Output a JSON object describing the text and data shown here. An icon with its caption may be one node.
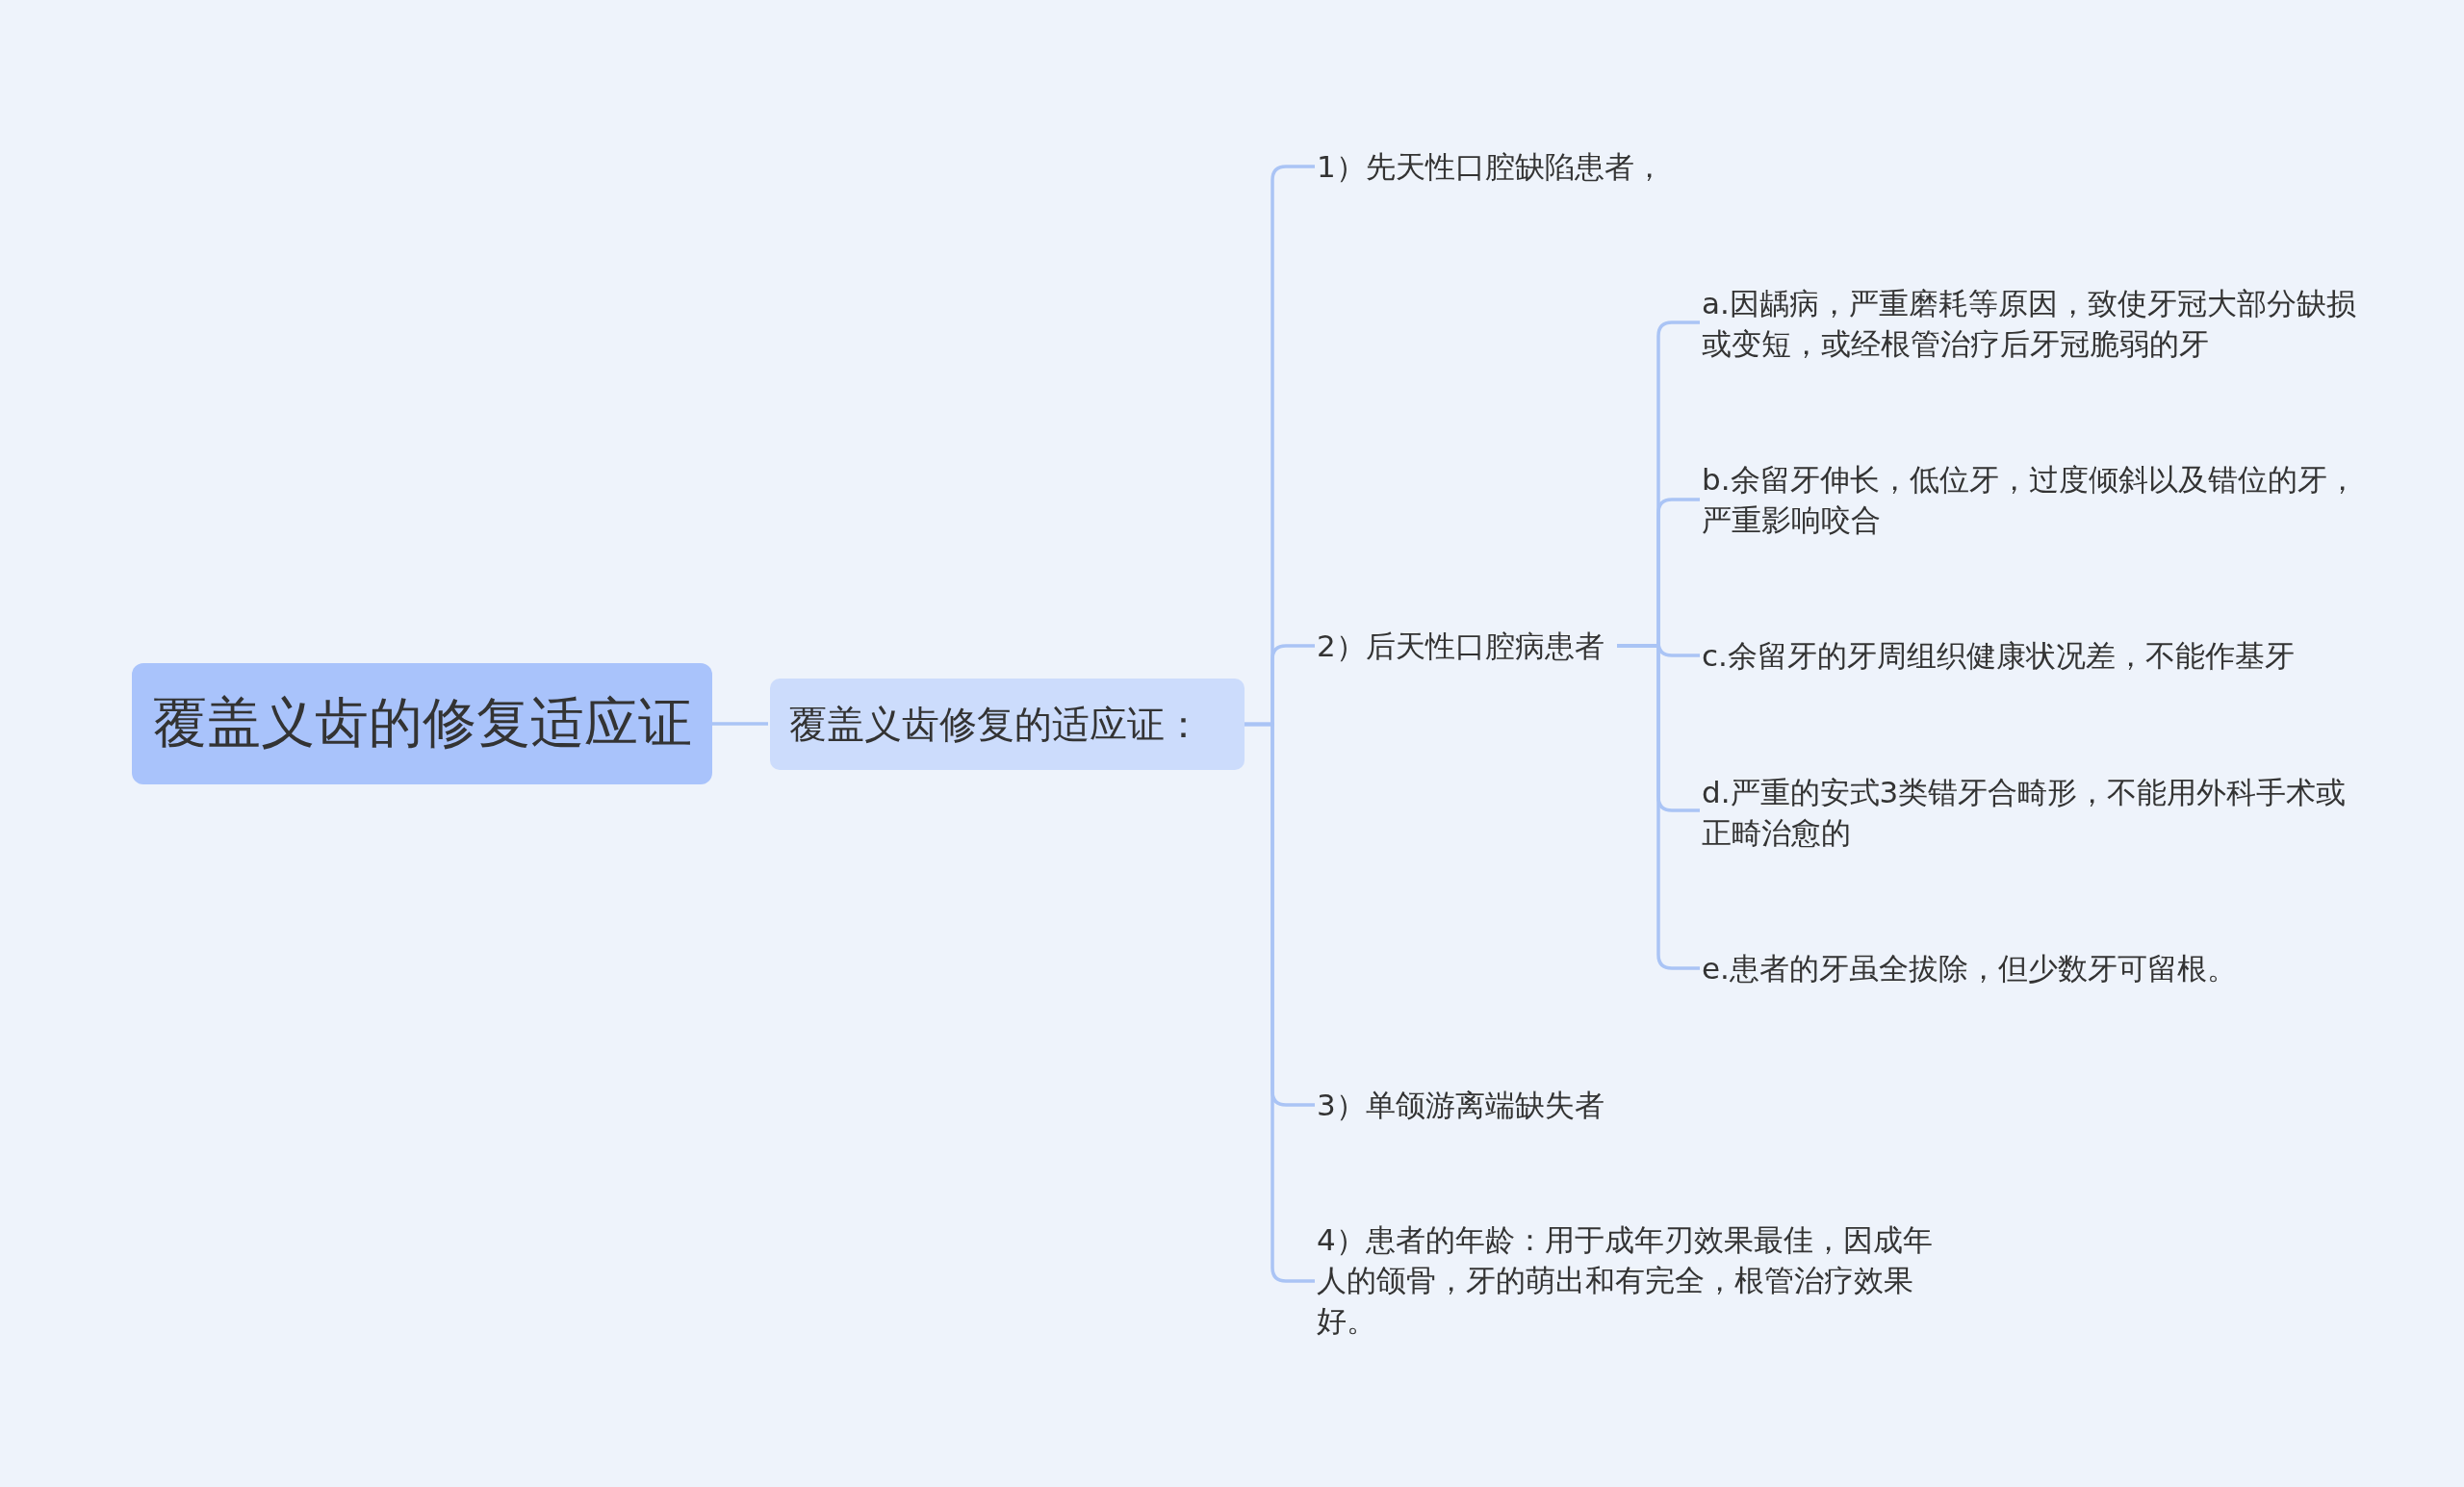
{
  "diagram": {
    "nodes": [
      {
        "text": [
          "覆盖义齿的修复适应证"
        ]
      },
      {
        "text": [
          "覆盖义齿修复的适应证："
        ]
      },
      {
        "text": [
          "1）先天性口腔缺陷患者，"
        ]
      },
      {
        "text": [
          "2）后天性口腔病患者"
        ]
      },
      {
        "text": [
          "a.因龋病，严重磨耗等原因，致使牙冠大部分缺损或变短，或经根管治疗后牙冠脆弱的牙"
        ]
      },
      {
        "text": [
          "b.余留牙伸长，低位牙，过度倾斜以及错位的牙，严重影响咬合"
        ]
      },
      {
        "text": [
          "c.余留牙的牙周组织健康状况差，不能作基牙"
        ]
      },
      {
        "text": [
          "d.严重的安式3类错牙合畸形，不能用外科手术或正畸治愈的"
        ]
      },
      {
        "text": [
          "e.患者的牙虽全拔除，但少数牙可留根。"
        ]
      },
      {
        "text": [
          "3）单颌游离端缺失者"
        ]
      },
      {
        "text": [
          "4）患者的年龄：用于成年刃效果最佳，因成年人的颌骨，牙的萌出和有完全，根管治疗效果好。"
        ]
      }
    ],
    "edges": [
      {
        "from": 0,
        "to": 1,
        "arrow": "none"
      },
      {
        "from": 1,
        "to": 2,
        "arrow": "none"
      },
      {
        "from": 1,
        "to": 3,
        "arrow": "none"
      },
      {
        "from": 3,
        "to": 4,
        "arrow": "none"
      },
      {
        "from": 3,
        "to": 5,
        "arrow": "none"
      },
      {
        "from": 3,
        "to": 6,
        "arrow": "none"
      },
      {
        "from": 3,
        "to": 7,
        "arrow": "none"
      },
      {
        "from": 3,
        "to": 8,
        "arrow": "none"
      },
      {
        "from": 1,
        "to": 9,
        "arrow": "none"
      },
      {
        "from": 1,
        "to": 10,
        "arrow": "none"
      }
    ]
  }
}
